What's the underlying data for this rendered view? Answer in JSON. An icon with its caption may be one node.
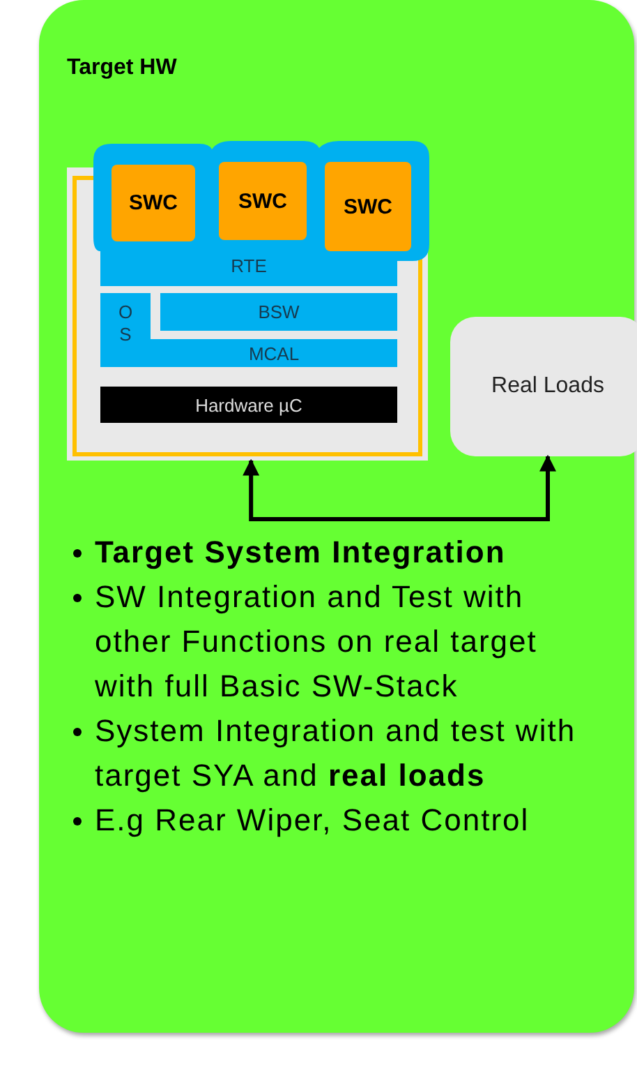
{
  "diagram": {
    "nodes": [
      {
        "text": [
          "Target HW"
        ]
      },
      {
        "text": [],
        "shape": "box",
        "in": 0
      },
      {
        "text": [
          "RTE"
        ],
        "in": 1
      },
      {
        "text": [
          "SWC"
        ],
        "in": 1
      },
      {
        "text": [
          "SWC"
        ],
        "in": 1
      },
      {
        "text": [
          "SWC"
        ],
        "in": 1
      },
      {
        "text": [
          "O S"
        ],
        "in": 1
      },
      {
        "text": [
          "BSW"
        ],
        "in": 1
      },
      {
        "text": [
          "MCAL"
        ],
        "in": 1
      },
      {
        "text": [
          "Hardware µC"
        ],
        "in": 1
      },
      {
        "text": [
          "Real Loads"
        ],
        "in": 0
      }
    ],
    "edges": [
      {
        "from": 1,
        "to": 10,
        "arrow": "both"
      }
    ],
    "labels": [
      "Target System Integration",
      "SW Integration and Test with other Functions on real target with full Basic SW-Stack",
      "System Integration and test with target SYA and **real loads**",
      "E.g Rear Wiper, Seat Control"
    ]
  }
}
